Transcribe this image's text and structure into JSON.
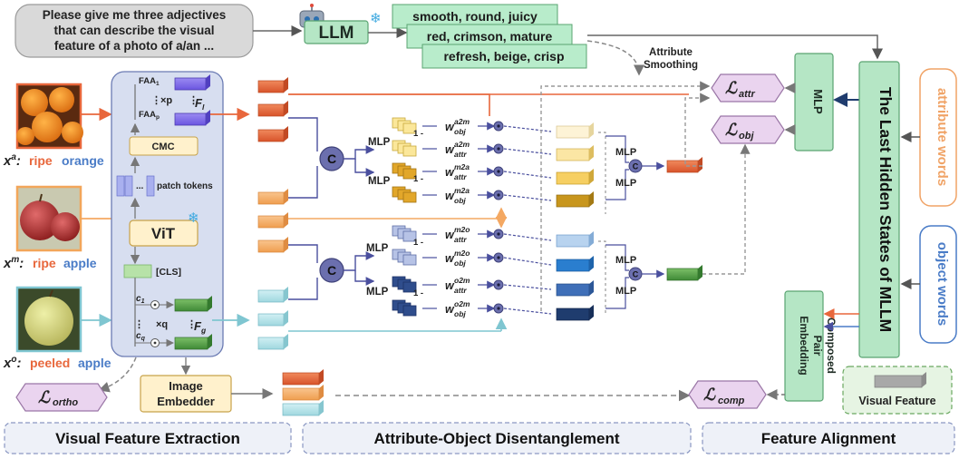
{
  "prompt": {
    "line1": "Please give me three adjectives",
    "line2": "that can describe the visual",
    "line3": "feature of a photo of a/an ..."
  },
  "llm": {
    "label": "LLM"
  },
  "adjectives": [
    "smooth, round, juicy",
    "red, crimson, mature",
    "refresh, beige, crisp"
  ],
  "attribute_smoothing": {
    "line1": "Attribute",
    "line2": "Smoothing"
  },
  "encoder": {
    "faa1": "FAA",
    "faa1_sub": "1",
    "faap": "FAA",
    "faap_sub": "p",
    "times_p": "×p",
    "f_l": "F",
    "f_l_sub": "l",
    "cmc": "CMC",
    "patch_tokens": "patch tokens",
    "vit": "ViT",
    "cls": "[CLS]",
    "c1": "c",
    "c1_sub": "1",
    "cq": "c",
    "cq_sub": "q",
    "times_q": "×q",
    "f_g": "F",
    "f_g_sub": "g",
    "dots": "..."
  },
  "images": [
    {
      "var": "x",
      "sup": "a",
      "sep": ":",
      "state": "ripe",
      "object": "orange",
      "color": "#e8673c"
    },
    {
      "var": "x",
      "sup": "m",
      "sep": ":",
      "state": "ripe",
      "object": "apple",
      "color": "#f2a65a"
    },
    {
      "var": "x",
      "sup": "o",
      "sep": ":",
      "state": "peeled",
      "object": "apple",
      "color": "#7fc6d1"
    }
  ],
  "colors": {
    "orange": "#e8673c",
    "light_orange": "#f4a862",
    "light_blue": "#a8dce4",
    "purple": "#6a5acd",
    "node": "#6b6fae",
    "green": "#5a9e4b",
    "mint": "#c8ecd0",
    "pink": "#ead4ef",
    "gold": "#e4ad2e",
    "navy": "#2f4d8c"
  },
  "disentangle": {
    "concat": "C",
    "mlp": "MLP",
    "one_minus": "1 -",
    "top_weights": [
      {
        "w": "w",
        "sup": "a2m",
        "sub": "obj"
      },
      {
        "w": "w",
        "sup": "a2m",
        "sub": "attr"
      },
      {
        "w": "w",
        "sup": "m2a",
        "sub": "attr"
      },
      {
        "w": "w",
        "sup": "m2a",
        "sub": "obj"
      }
    ],
    "bottom_weights": [
      {
        "w": "w",
        "sup": "m2o",
        "sub": "attr"
      },
      {
        "w": "w",
        "sup": "m2o",
        "sub": "obj"
      },
      {
        "w": "w",
        "sup": "o2m",
        "sub": "attr"
      },
      {
        "w": "w",
        "sup": "o2m",
        "sub": "obj"
      }
    ]
  },
  "losses": {
    "script": "ℒ",
    "attr": "attr",
    "obj": "obj",
    "ortho": "ortho",
    "comp": "comp"
  },
  "alignment": {
    "mlp": "MLP",
    "mllm_hidden": "The Last Hidden States of MLLM",
    "attribute_words": "attribute words",
    "object_words": "object words",
    "composed": [
      "Composed",
      "Pair",
      "Embedding"
    ],
    "image_embedder": [
      "Image",
      "Embedder"
    ],
    "visual_feature": "Visual Feature"
  },
  "sections": {
    "left": "Visual Feature Extraction",
    "middle": "Attribute-Object Disentanglement",
    "right": "Feature Alignment"
  }
}
